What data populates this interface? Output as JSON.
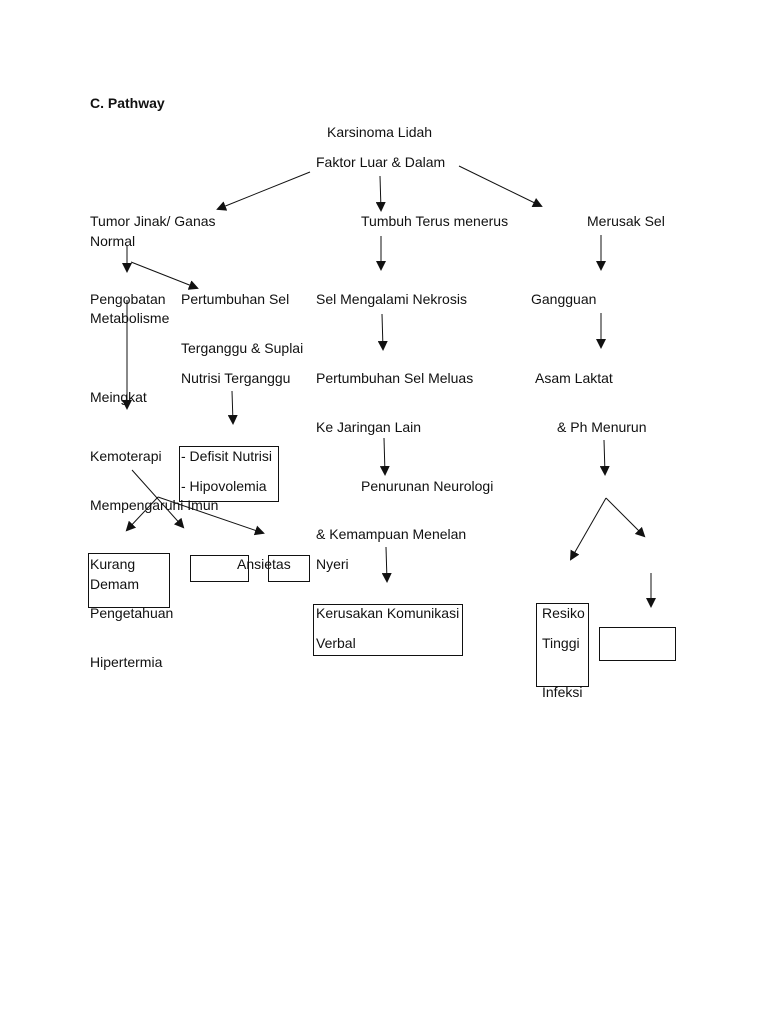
{
  "heading": "C. Pathway",
  "nodes": {
    "root": "Karsinoma Lidah",
    "faktor": "Faktor Luar & Dalam",
    "tumor_line1": "Tumor Jinak/ Ganas",
    "tumor_line2": "Normal",
    "tumbuh": "Tumbuh Terus menerus",
    "merusak": "Merusak Sel",
    "pengobatan": "Pengobatan",
    "metabolisme": "Metabolisme",
    "pertumbuhan_sel": "Pertumbuhan Sel",
    "terganggu_suplai": "Terganggu & Suplai",
    "nutrisi_terganggu": "Nutrisi Terganggu",
    "meningkat": "Meingkat",
    "sel_nekrosis": "Sel Mengalami Nekrosis",
    "pertumbuhan_meluas": "Pertumbuhan Sel Meluas",
    "ke_jaringan": "Ke Jaringan Lain",
    "gangguan": "Gangguan",
    "asam_laktat": "Asam Laktat",
    "ph_menurun": "& Ph Menurun",
    "kemoterapi": "Kemoterapi",
    "defisit": "- Defisit Nutrisi",
    "hipovolemia": "- Hipovolemia",
    "mempengaruhi": "Mempengaruhi Imun",
    "penurunan": "Penurunan Neurologi",
    "kemampuan": "& Kemampuan Menelan",
    "kurang": "Kurang",
    "demam": "Demam",
    "pengetahuan": "Pengetahuan",
    "ansietas": "Ansietas",
    "nyeri": "Nyeri",
    "kerusakan": "Kerusakan Komunikasi",
    "verbal": "Verbal",
    "hipertermia": "Hipertermia",
    "resiko": "Resiko",
    "tinggi": "Tinggi",
    "infeksi": "Infeksi"
  }
}
